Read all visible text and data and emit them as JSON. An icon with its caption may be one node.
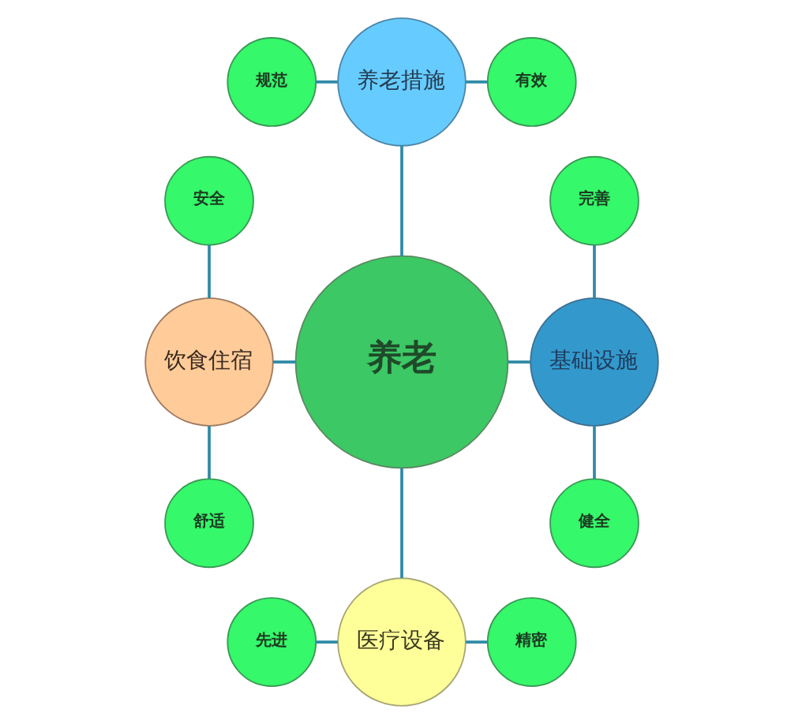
{
  "diagram": {
    "nodes": [
      {
        "text": [
          "规范"
        ]
      },
      {
        "text": [
          "养老措施"
        ]
      },
      {
        "text": [
          "有效"
        ]
      },
      {
        "text": [
          "安全"
        ]
      },
      {
        "text": [
          "完善"
        ]
      },
      {
        "text": [
          "饮食住宿"
        ]
      },
      {
        "text": [
          "养老"
        ]
      },
      {
        "text": [
          "基础设施"
        ]
      },
      {
        "text": [
          "舒适"
        ]
      },
      {
        "text": [
          "健全"
        ]
      },
      {
        "text": [
          "先进"
        ]
      },
      {
        "text": [
          "医疗设备"
        ]
      },
      {
        "text": [
          "精密"
        ]
      }
    ],
    "edges": [
      {
        "from": 1,
        "to": 6,
        "arrow": "none"
      },
      {
        "from": 5,
        "to": 6,
        "arrow": "none"
      },
      {
        "from": 6,
        "to": 7,
        "arrow": "none"
      },
      {
        "from": 6,
        "to": 11,
        "arrow": "none"
      },
      {
        "from": 0,
        "to": 1,
        "arrow": "none"
      },
      {
        "from": 1,
        "to": 2,
        "arrow": "none"
      },
      {
        "from": 3,
        "to": 5,
        "arrow": "none"
      },
      {
        "from": 5,
        "to": 8,
        "arrow": "none"
      },
      {
        "from": 4,
        "to": 7,
        "arrow": "none"
      },
      {
        "from": 7,
        "to": 9,
        "arrow": "none"
      },
      {
        "from": 10,
        "to": 11,
        "arrow": "none"
      },
      {
        "from": 11,
        "to": 12,
        "arrow": "none"
      }
    ]
  }
}
